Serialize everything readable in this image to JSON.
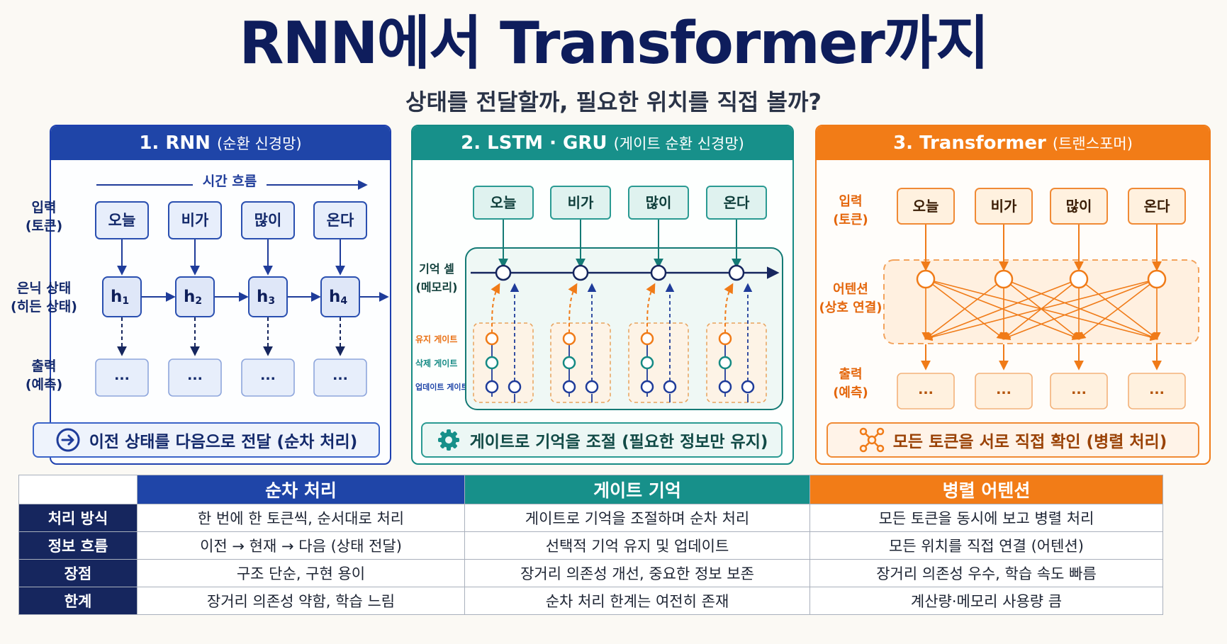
{
  "header": {
    "title": "RNN에서 Transformer까지",
    "subtitle": "상태를 전달할까, 필요한 위치를 직접 볼까?"
  },
  "tokens": [
    "오늘",
    "비가",
    "많이",
    "온다"
  ],
  "output_placeholder": "...",
  "rnn": {
    "title": "1. RNN",
    "title_sub": "(순환 신경망)",
    "time_flow": "시간 흐름",
    "input_label": [
      "입력",
      "(토큰)"
    ],
    "hidden_label": [
      "은닉 상태",
      "(히든 상태)"
    ],
    "output_label": [
      "출력",
      "(예측)"
    ],
    "hidden_states": [
      "h",
      "h",
      "h",
      "h"
    ],
    "hidden_subscripts": [
      "1",
      "2",
      "3",
      "4"
    ],
    "footer": "이전 상태를 다음으로 전달 (순차 처리)"
  },
  "lstm": {
    "title": "2. LSTM · GRU",
    "title_sub": "(게이트 순환 신경망)",
    "memory_label": [
      "기억 셀",
      "(메모리)"
    ],
    "gate_keep": "유지 게이트",
    "gate_delete": "삭제 게이트",
    "gate_update": "업데이트 게이트",
    "footer": "게이트로 기억을 조절 (필요한 정보만 유지)"
  },
  "transformer": {
    "title": "3. Transformer",
    "title_sub": "(트랜스포머)",
    "input_label": [
      "입력",
      "(토큰)"
    ],
    "attention_label": [
      "어텐션",
      "(상호 연결)"
    ],
    "output_label": [
      "출력",
      "(예측)"
    ],
    "footer": "모든 토큰을 서로 직접 확인 (병렬 처리)"
  },
  "colors": {
    "rnn": "#1f45a8",
    "lstm": "#17908a",
    "transformer": "#f27c17",
    "navy": "#16265e"
  },
  "comparison": {
    "columns": [
      "순차 처리",
      "게이트 기억",
      "병렬 어텐션"
    ],
    "rows": [
      {
        "label": "처리 방식",
        "cells": [
          "한 번에 한 토큰씩, 순서대로 처리",
          "게이트로 기억을 조절하며 순차 처리",
          "모든 토큰을 동시에 보고 병렬 처리"
        ]
      },
      {
        "label": "정보 흐름",
        "cells": [
          "이전 → 현재 → 다음 (상태 전달)",
          "선택적 기억 유지 및 업데이트",
          "모든 위치를 직접 연결 (어텐션)"
        ]
      },
      {
        "label": "장점",
        "cells": [
          "구조 단순, 구현 용이",
          "장거리 의존성 개선, 중요한 정보 보존",
          "장거리 의존성 우수, 학습 속도 빠름"
        ]
      },
      {
        "label": "한계",
        "cells": [
          "장거리 의존성 약함, 학습 느림",
          "순차 처리 한계는 여전히 존재",
          "계산량·메모리 사용량 큼"
        ]
      }
    ]
  }
}
